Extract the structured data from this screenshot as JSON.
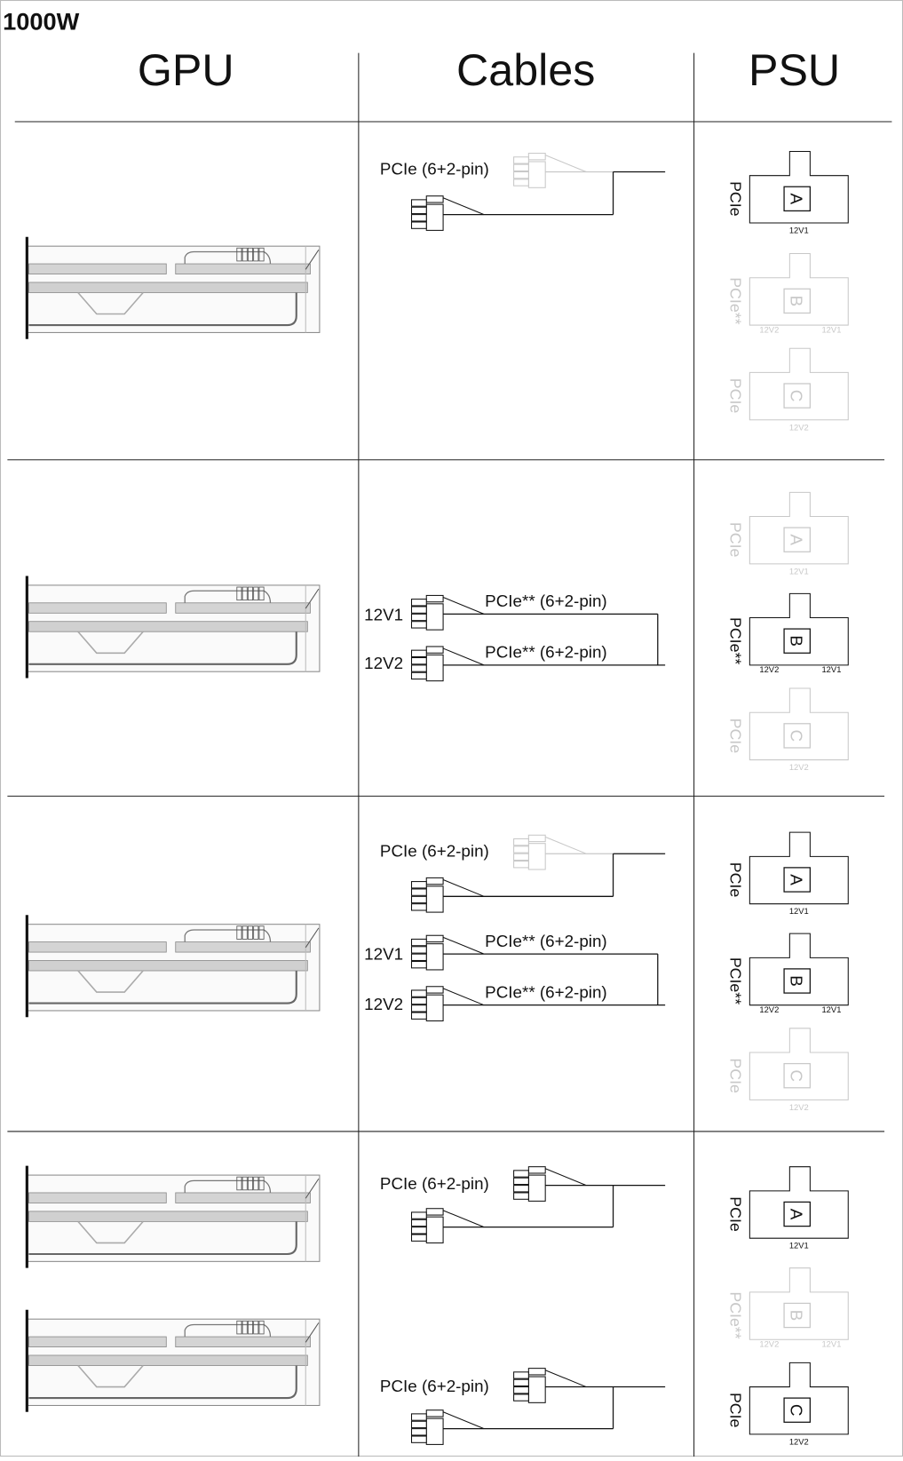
{
  "title": "1000W",
  "headers": {
    "gpu": "GPU",
    "cables": "Cables",
    "psu": "PSU"
  },
  "colors": {
    "active": "#111111",
    "inactive": "#c8c8c8",
    "gpu_line": "#8a8a8a",
    "divider": "#222222"
  },
  "psu": {
    "connectors": [
      {
        "id": "A",
        "label": "PCIe",
        "rails": [
          "12V1"
        ]
      },
      {
        "id": "B",
        "label": "PCIe**",
        "rails": [
          "12V2",
          "12V1"
        ]
      },
      {
        "id": "C",
        "label": "PCIe",
        "rails": [
          "12V2"
        ]
      }
    ]
  },
  "rows": [
    {
      "gpu_count": 1,
      "cables": [
        {
          "kind": "split",
          "label": "PCIe (6+2-pin)",
          "second_faded": true
        }
      ],
      "psu_active": [
        "A"
      ]
    },
    {
      "gpu_count": 1,
      "cables": [
        {
          "kind": "dual",
          "labels": [
            "PCIe** (6+2-pin)",
            "PCIe** (6+2-pin)"
          ],
          "rails": [
            "12V1",
            "12V2"
          ]
        }
      ],
      "psu_active": [
        "B"
      ]
    },
    {
      "gpu_count": 1,
      "cables": [
        {
          "kind": "split",
          "label": "PCIe (6+2-pin)",
          "second_faded": true
        },
        {
          "kind": "dual",
          "labels": [
            "PCIe** (6+2-pin)",
            "PCIe** (6+2-pin)"
          ],
          "rails": [
            "12V1",
            "12V2"
          ]
        }
      ],
      "psu_active": [
        "A",
        "B"
      ]
    },
    {
      "gpu_count": 2,
      "cables": [
        {
          "kind": "split",
          "label": "PCIe (6+2-pin)",
          "second_faded": false
        },
        {
          "kind": "split",
          "label": "PCIe (6+2-pin)",
          "second_faded": false
        }
      ],
      "psu_active": [
        "A",
        "C"
      ]
    }
  ]
}
